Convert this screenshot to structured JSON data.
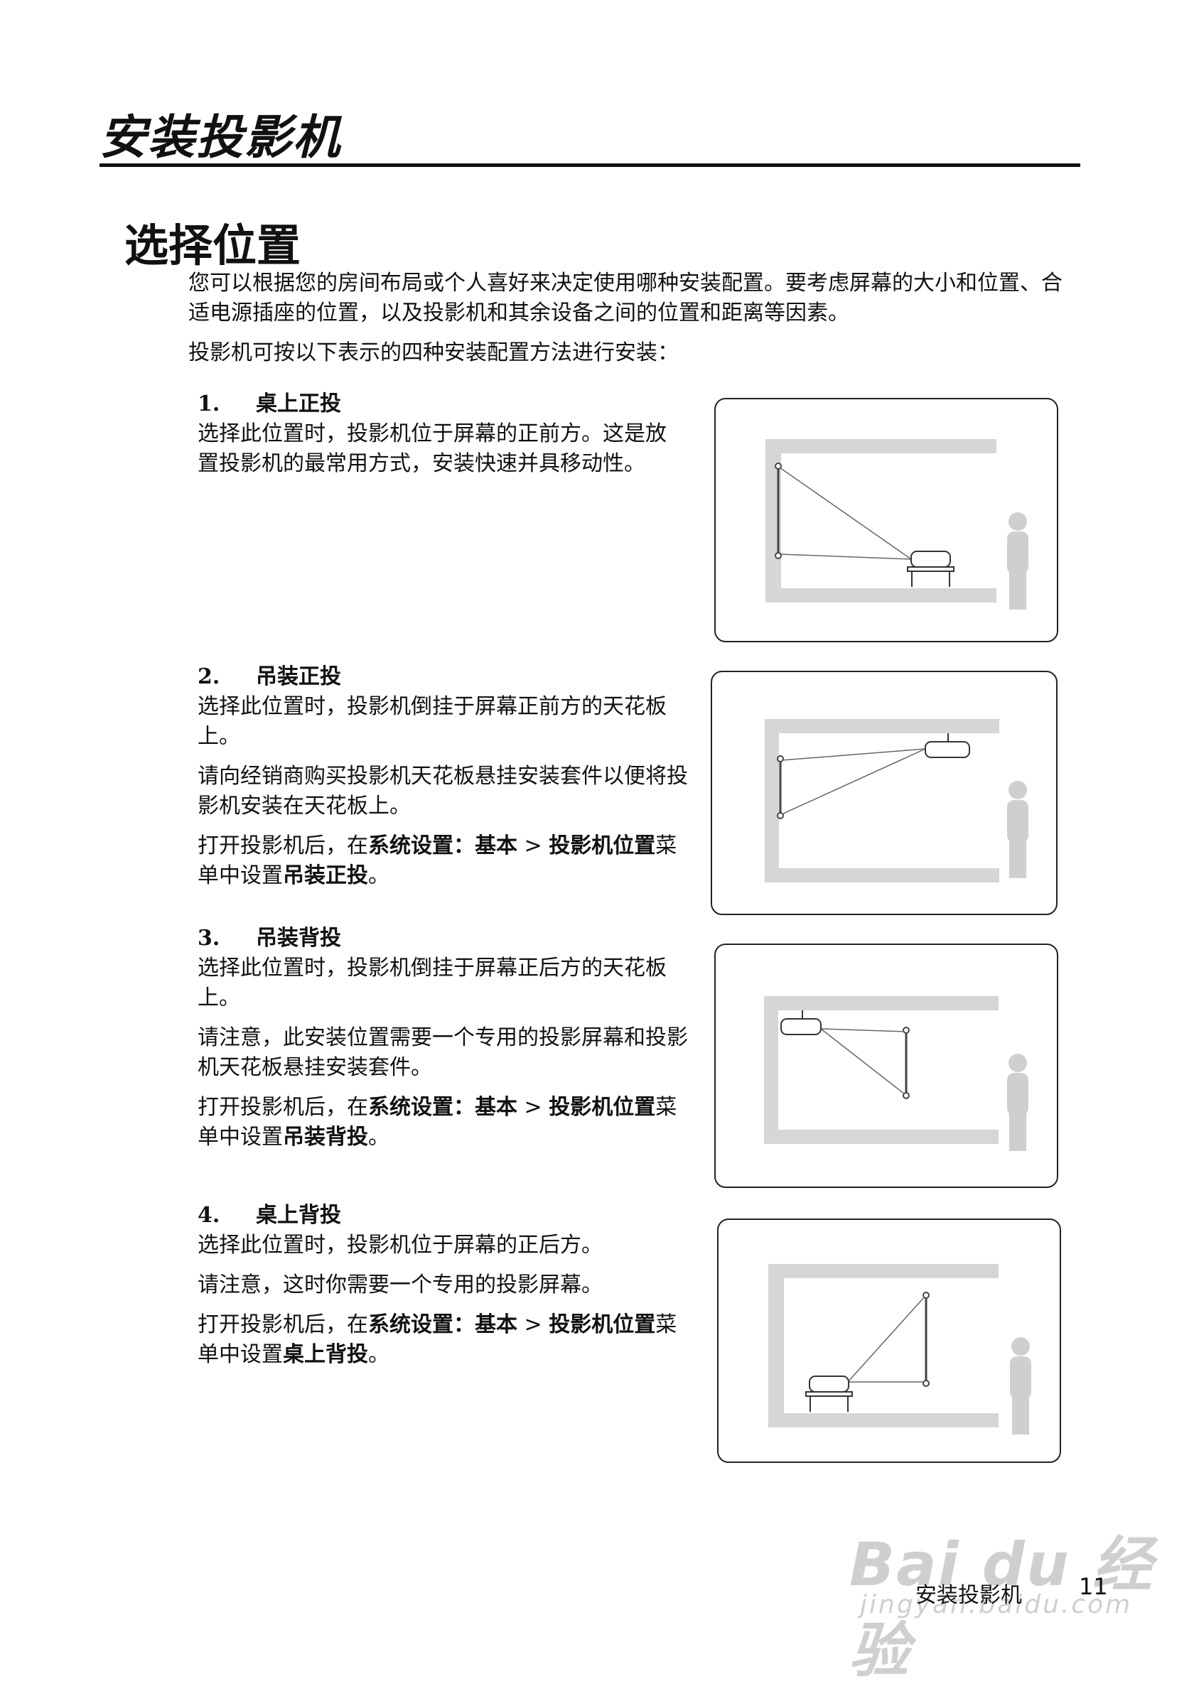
{
  "chapter": {
    "title": "安装投影机"
  },
  "section": {
    "title": "选择位置"
  },
  "intro": {
    "p1": "您可以根据您的房间布局或个人喜好来决定使用哪种安装配置。要考虑屏幕的大小和位置、合适电源插座的位置，以及投影机和其余设备之间的位置和距离等因素。",
    "p2": "投影机可按以下表示的四种安装配置方法进行安装："
  },
  "items": [
    {
      "number": "1.",
      "title": "桌上正投",
      "paragraphs": [
        "选择此位置时，投影机位于屏幕的正前方。这是放置投影机的最常用方式，安装快速并具移动性。"
      ]
    },
    {
      "number": "2.",
      "title": "吊装正投",
      "paragraphs": [
        "选择此位置时，投影机倒挂于屏幕正前方的天花板上。",
        "请向经销商购买投影机天花板悬挂安装套件以便将投影机安装在天花板上。"
      ],
      "menu": {
        "prefix": "打开投影机后，在",
        "menu_path_1": "系统设置：基本",
        "separator": " > ",
        "menu_path_2": "投影机位置",
        "middle": "菜单中设置",
        "setting": "吊装正投",
        "suffix": "。"
      }
    },
    {
      "number": "3.",
      "title": "吊装背投",
      "paragraphs": [
        "选择此位置时，投影机倒挂于屏幕正后方的天花板上。",
        "请注意，此安装位置需要一个专用的投影屏幕和投影机天花板悬挂安装套件。"
      ],
      "menu": {
        "prefix": "打开投影机后，在",
        "menu_path_1": "系统设置：基本",
        "separator": " > ",
        "menu_path_2": "投影机位置",
        "middle": "菜单中设置",
        "setting": "吊装背投",
        "suffix": "。"
      }
    },
    {
      "number": "4.",
      "title": "桌上背投",
      "paragraphs": [
        "选择此位置时，投影机位于屏幕的正后方。",
        "请注意，这时你需要一个专用的投影屏幕。"
      ],
      "menu": {
        "prefix": "打开投影机后，在",
        "menu_path_1": "系统设置：基本",
        "separator": " > ",
        "menu_path_2": "投影机位置",
        "middle": "菜单中设置",
        "setting": "桌上背投",
        "suffix": "。"
      }
    }
  ],
  "footer": {
    "label": "安装投影机",
    "page_number": "11"
  },
  "watermark": {
    "text": "Bai du 经验",
    "sub": "jingyan.baidu.com"
  },
  "colors": {
    "wall": "#d6d6d6",
    "person": "#cfcfcf",
    "line": "#444444"
  }
}
